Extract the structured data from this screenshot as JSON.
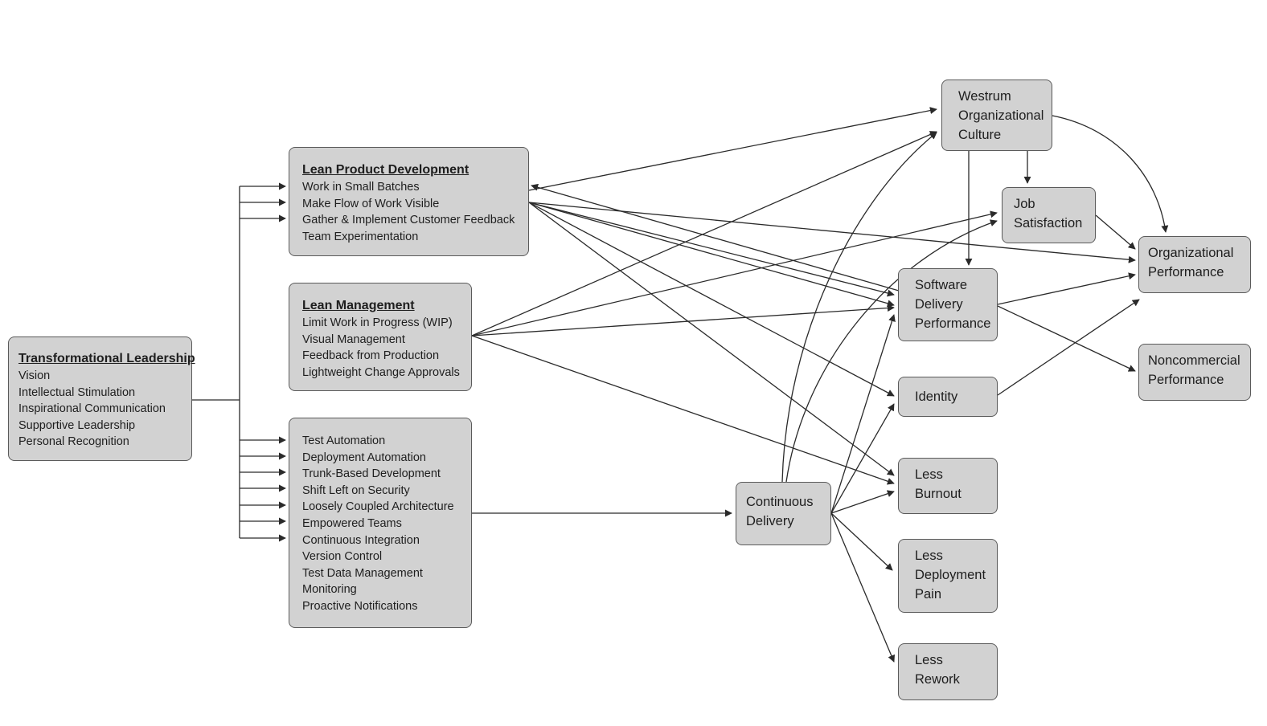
{
  "groups": {
    "transformational_leadership": {
      "title": "Transformational Leadership",
      "items": [
        "Vision",
        "Intellectual Stimulation",
        "Inspirational Communication",
        "Supportive Leadership",
        "Personal Recognition"
      ]
    },
    "lean_product_development": {
      "title": "Lean Product Development",
      "items": [
        "Work in Small Batches",
        "Make Flow of Work Visible",
        "Gather & Implement Customer Feedback",
        "Team Experimentation"
      ]
    },
    "lean_management": {
      "title": "Lean Management",
      "items": [
        "Limit Work in Progress (WIP)",
        "Visual Management",
        "Feedback from Production",
        "Lightweight Change Approvals"
      ]
    },
    "technical_practices": {
      "items": [
        "Test Automation",
        "Deployment Automation",
        "Trunk-Based Development",
        "Shift Left on Security",
        "Loosely Coupled Architecture",
        "Empowered Teams",
        "Continuous Integration",
        "Version Control",
        "Test Data Management",
        "Monitoring",
        "Proactive Notifications"
      ]
    }
  },
  "outcomes": {
    "westrum": [
      "Westrum",
      "Organizational",
      "Culture"
    ],
    "job_satisfaction": [
      "Job",
      "Satisfaction"
    ],
    "organizational_performance": [
      "Organizational",
      "Performance"
    ],
    "software_delivery_performance": [
      "Software",
      "Delivery",
      "Performance"
    ],
    "noncommercial_performance": [
      "Noncommercial",
      "Performance"
    ],
    "identity": [
      "Identity"
    ],
    "continuous_delivery": [
      "Continuous",
      "Delivery"
    ],
    "less_burnout": [
      "Less",
      "Burnout"
    ],
    "less_deployment_pain": [
      "Less",
      "Deployment",
      "Pain"
    ],
    "less_rework": [
      "Less",
      "Rework"
    ]
  },
  "colors": {
    "box_fill": "#d2d2d2",
    "box_border": "#5a5a5a",
    "line": "#2a2a2a"
  }
}
